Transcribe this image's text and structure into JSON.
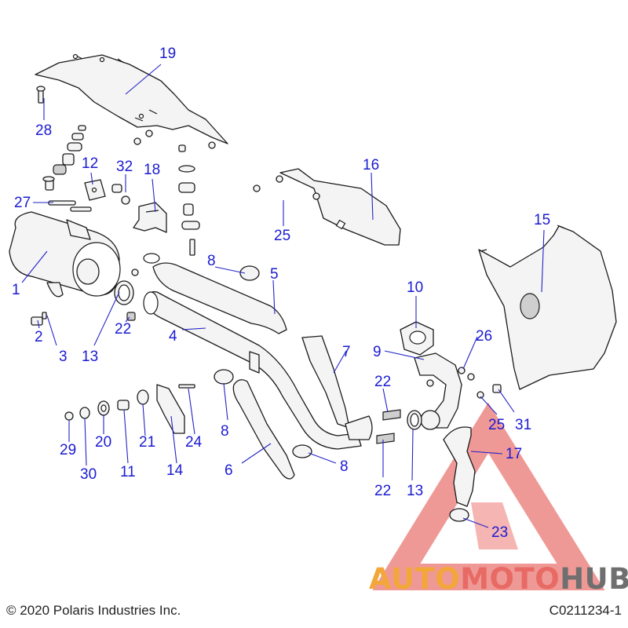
{
  "callouts": [
    {
      "id": "1",
      "label": "1"
    },
    {
      "id": "2",
      "label": "2"
    },
    {
      "id": "3",
      "label": "3"
    },
    {
      "id": "4",
      "label": "4"
    },
    {
      "id": "5",
      "label": "5"
    },
    {
      "id": "6",
      "label": "6"
    },
    {
      "id": "7",
      "label": "7"
    },
    {
      "id": "8a",
      "label": "8"
    },
    {
      "id": "8b",
      "label": "8"
    },
    {
      "id": "8c",
      "label": "8"
    },
    {
      "id": "9",
      "label": "9"
    },
    {
      "id": "10",
      "label": "10"
    },
    {
      "id": "11",
      "label": "11"
    },
    {
      "id": "12",
      "label": "12"
    },
    {
      "id": "13a",
      "label": "13"
    },
    {
      "id": "13b",
      "label": "13"
    },
    {
      "id": "14",
      "label": "14"
    },
    {
      "id": "15",
      "label": "15"
    },
    {
      "id": "16",
      "label": "16"
    },
    {
      "id": "17",
      "label": "17"
    },
    {
      "id": "18",
      "label": "18"
    },
    {
      "id": "19",
      "label": "19"
    },
    {
      "id": "20",
      "label": "20"
    },
    {
      "id": "21",
      "label": "21"
    },
    {
      "id": "22a",
      "label": "22"
    },
    {
      "id": "22b",
      "label": "22"
    },
    {
      "id": "22c",
      "label": "22"
    },
    {
      "id": "23",
      "label": "23"
    },
    {
      "id": "24",
      "label": "24"
    },
    {
      "id": "25a",
      "label": "25"
    },
    {
      "id": "25b",
      "label": "25"
    },
    {
      "id": "26",
      "label": "26"
    },
    {
      "id": "27",
      "label": "27"
    },
    {
      "id": "28",
      "label": "28"
    },
    {
      "id": "29",
      "label": "29"
    },
    {
      "id": "30",
      "label": "30"
    },
    {
      "id": "31",
      "label": "31"
    },
    {
      "id": "32",
      "label": "32"
    }
  ],
  "footer": {
    "copyright": "© 2020 Polaris Industries Inc.",
    "drawing_number": "C0211234-1"
  },
  "watermark": {
    "brand_part1": "AUTO",
    "brand_part2": "MOTO",
    "brand_part3": "HUB",
    "color_orange": "#f3a63a",
    "color_red": "#e86a64",
    "color_gray": "#6f6f6f"
  },
  "colors": {
    "callout_blue": "#1b1bd1",
    "line_art": "#1a1a1a"
  }
}
